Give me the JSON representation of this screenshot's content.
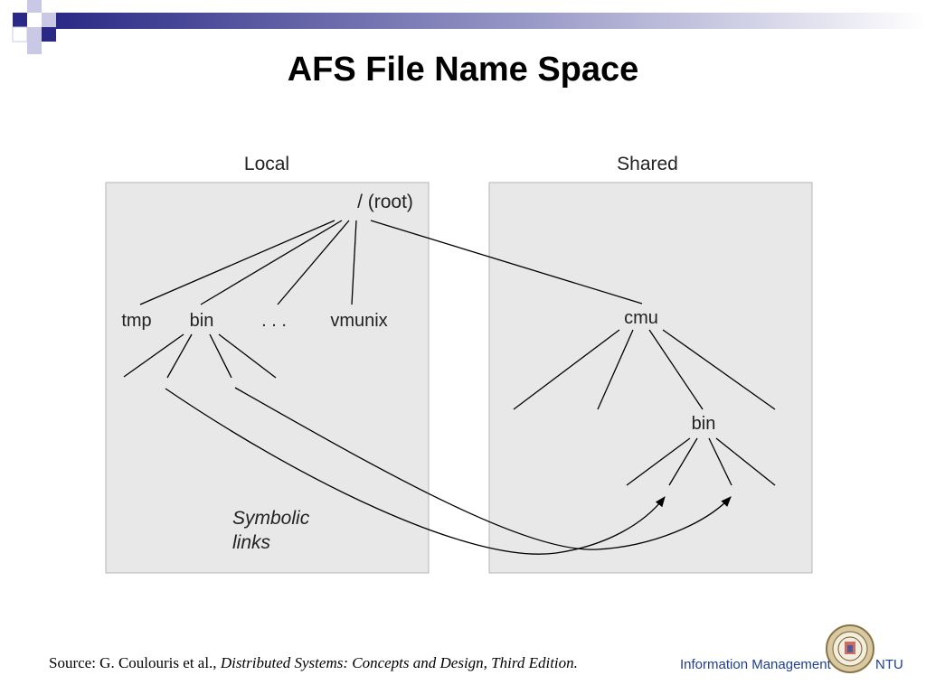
{
  "slide": {
    "title": "AFS File Name Space"
  },
  "diagram": {
    "local_label": "Local",
    "shared_label": "Shared",
    "root_label": "/ (root)",
    "tmp_label": "tmp",
    "bin_label": "bin",
    "ellipsis_label": ". . .",
    "vmunix_label": "vmunix",
    "cmu_label": "cmu",
    "shared_bin_label": "bin",
    "symbolic_line1": "Symbolic",
    "symbolic_line2": "links"
  },
  "footer": {
    "source_prefix": "Source: G. Coulouris et al., ",
    "source_book": "Distributed Systems: Concepts and Design, Third Edition.",
    "org_label": "Information Management",
    "ntu_label": "NTU"
  },
  "colors": {
    "accent": "#2a2a86",
    "panel": "#e8e8e8",
    "footer_text": "#1f3f8f"
  },
  "icons": {
    "seal": "university-seal-icon"
  }
}
